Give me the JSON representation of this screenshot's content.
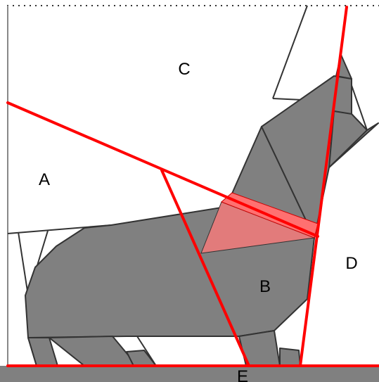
{
  "diagram": {
    "region_labels": {
      "a": "A",
      "b": "B",
      "c": "C",
      "d": "D",
      "e": "E"
    },
    "colors": {
      "dog_fill": "#808080",
      "dog_stroke": "#333333",
      "cut_line": "#ff0000",
      "highlight_fill": "#e27b7b",
      "highlight_stripe": "#ff7070",
      "ground_fill": "#808080",
      "frame_stroke": "#888888"
    }
  }
}
